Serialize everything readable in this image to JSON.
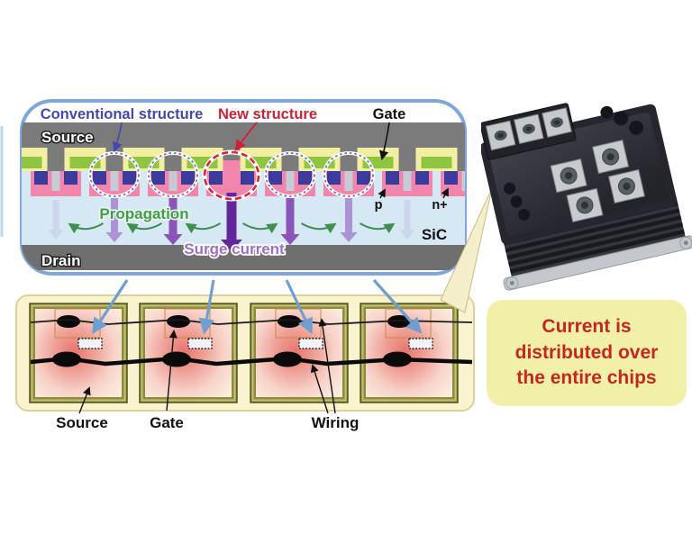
{
  "cross_section": {
    "title_labels": {
      "conventional": "Conventional structure",
      "new_structure": "New structure",
      "gate": "Gate"
    },
    "region_labels": {
      "source": "Source",
      "drain": "Drain",
      "sic": "SiC",
      "p_well": "p",
      "n_plus": "n+"
    },
    "flow_labels": {
      "propagation": "Propagation",
      "surge_current": "Surge current"
    },
    "colors": {
      "panel_border": "#7fa8d8",
      "source_gray": "#7b7b7b",
      "drain_gray": "#6f6f6f",
      "sic_blue": "#d6e8f4",
      "gate_oxide_yellow": "#f2efa2",
      "gate_green": "#8ec641",
      "p_well_pink": "#f285ac",
      "n_plus_blue": "#3b3b9e",
      "contact_gray": "#c6cbd6",
      "conventional_text": "#4747ad",
      "new_structure_text": "#cc2236",
      "propagation_green": "#3f9e4f",
      "surge_purple": "#9d6fc7",
      "arrow_shades": [
        "#ccd6ec",
        "#ab93d6",
        "#8a54bb",
        "#63269b"
      ]
    }
  },
  "connectors": {
    "color": "#6f9fd0"
  },
  "chips_panel": {
    "labels": {
      "source": "Source",
      "gate": "Gate",
      "wiring": "Wiring"
    },
    "chip_count": 4,
    "colors": {
      "panel_bg": "#faf3cf",
      "panel_border": "#ddd09c",
      "chip_border_olive": "#8c8c3a",
      "chip_hot_center": "#e8756d"
    }
  },
  "callout": {
    "lines": [
      "Current is",
      "distributed over",
      "the entire chips"
    ],
    "text_color": "#c5271f",
    "bg_color": "#f2efa9"
  },
  "module_photo": {
    "icon": "power-module-photo"
  }
}
